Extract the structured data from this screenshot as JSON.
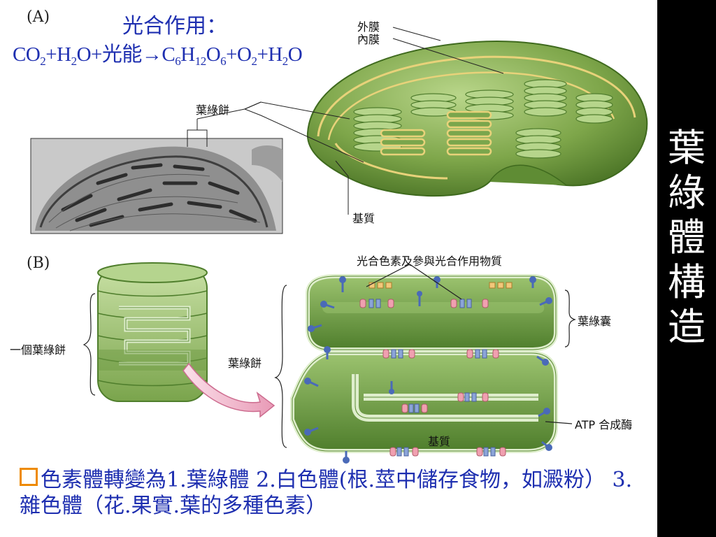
{
  "panel_a": {
    "tag": "(A)",
    "equation_title": "光合作用：",
    "equation": {
      "parts": [
        {
          "t": "CO"
        },
        {
          "s": "2"
        },
        {
          "t": "+H"
        },
        {
          "s": "2"
        },
        {
          "t": "O+光能→C"
        },
        {
          "s": "6"
        },
        {
          "t": "H"
        },
        {
          "s": "12"
        },
        {
          "t": "O"
        },
        {
          "s": "6"
        },
        {
          "t": "+O"
        },
        {
          "s": "2"
        },
        {
          "t": "+H"
        },
        {
          "s": "2"
        },
        {
          "t": "O"
        }
      ]
    },
    "labels": {
      "outer_membrane": "外膜",
      "inner_membrane": "內膜",
      "granum": "葉綠餅",
      "stroma": "基質"
    }
  },
  "panel_b": {
    "tag": "(B)",
    "labels": {
      "pigments": "光合色素及參與光合作用物質",
      "thylakoid": "葉綠囊",
      "one_granum": "一個葉綠餅",
      "granum": "葉綠餅",
      "atp_synthase": "ATP 合成酶",
      "stroma": "基質"
    }
  },
  "sidebar": {
    "title_chars": [
      "葉",
      "綠",
      "體",
      "構",
      "造"
    ]
  },
  "note": {
    "text": "色素體轉變為1.葉綠體 2.白色體(根.莖中儲存食物，如澱粉） 3.雜色體（花.果實.葉的多種色素）"
  },
  "colors": {
    "accent_text": "#1e2fb0",
    "bullet": "#ee8a00",
    "sidebar_bg": "#000000",
    "membrane": "#e8d27a",
    "chloroplast": "#6a9a3a"
  }
}
